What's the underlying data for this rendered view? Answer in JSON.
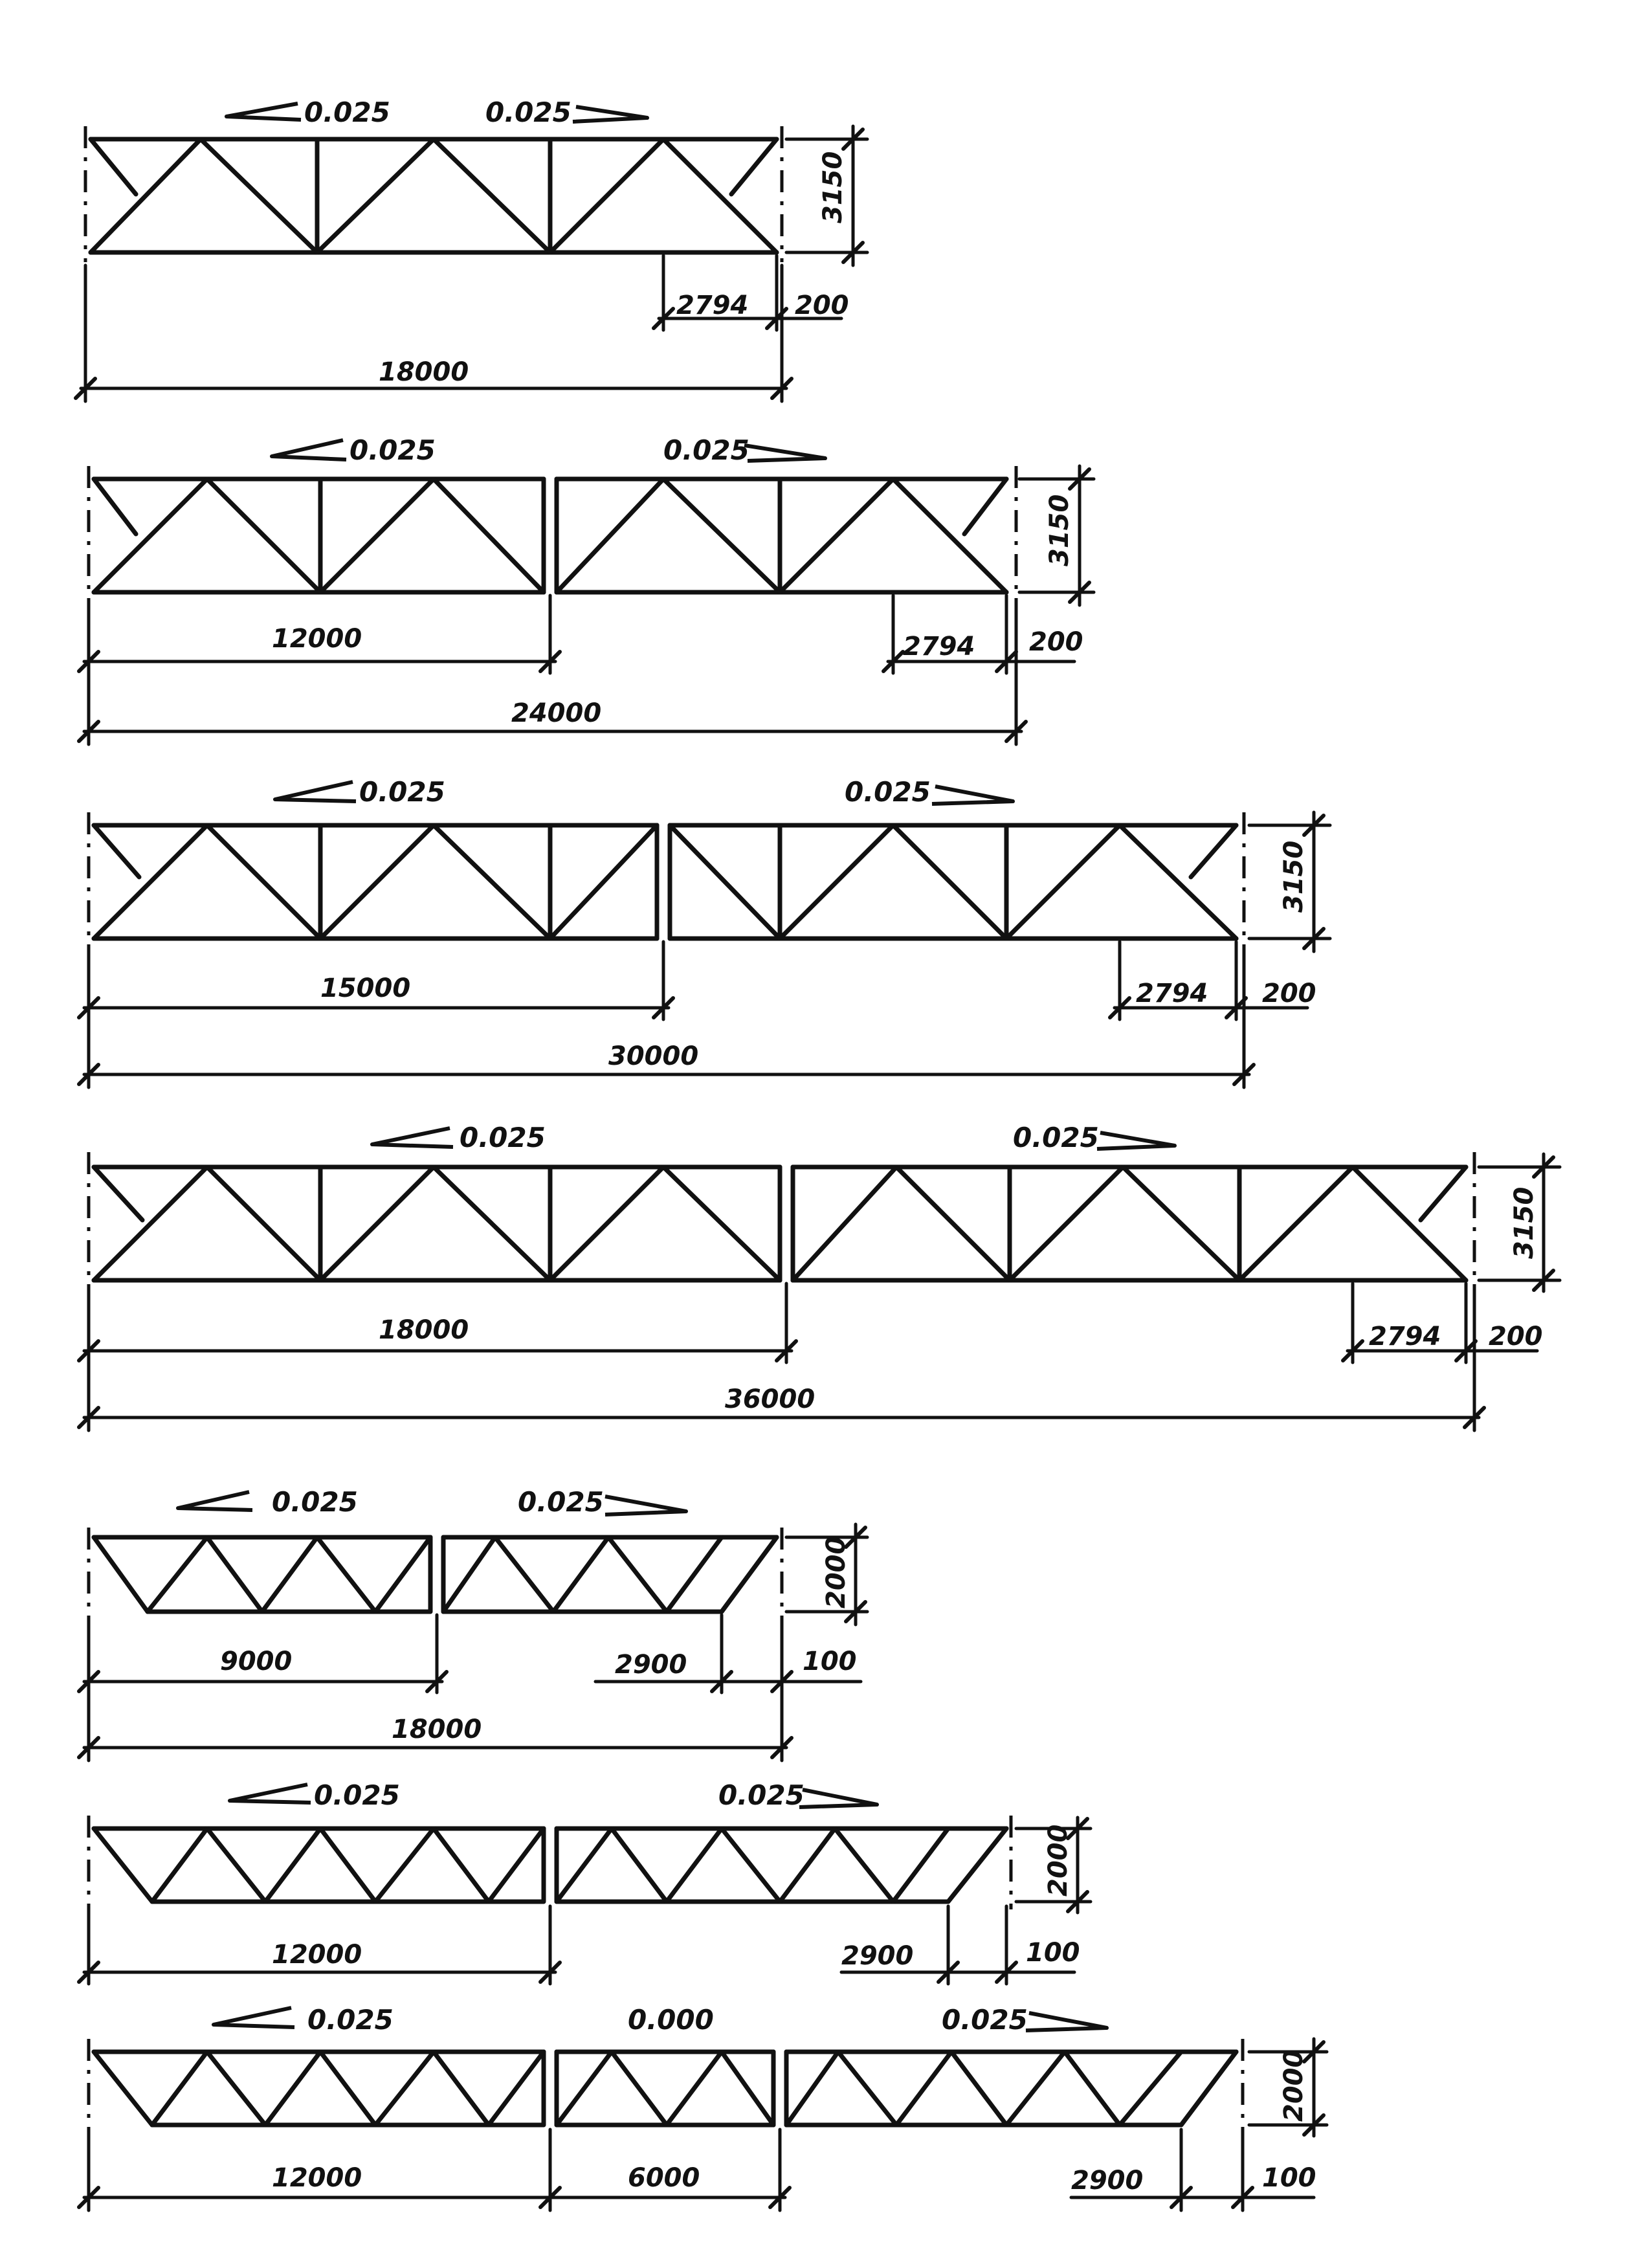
{
  "trusses": [
    {
      "slopes": [
        "0.025",
        "0.025"
      ],
      "height": "3150",
      "panel": "2794",
      "offset": "200",
      "spans": [
        "18000"
      ]
    },
    {
      "slopes": [
        "0.025",
        "0.025"
      ],
      "height": "3150",
      "panel": "2794",
      "offset": "200",
      "spans": [
        "12000",
        "24000"
      ]
    },
    {
      "slopes": [
        "0.025",
        "0.025"
      ],
      "height": "3150",
      "panel": "2794",
      "offset": "200",
      "spans": [
        "15000",
        "30000"
      ]
    },
    {
      "slopes": [
        "0.025",
        "0.025"
      ],
      "height": "3150",
      "panel": "2794",
      "offset": "200",
      "spans": [
        "18000",
        "36000"
      ]
    },
    {
      "slopes": [
        "0.025",
        "0.025"
      ],
      "height": "2000",
      "panel": "2900",
      "offset": "100",
      "spans": [
        "9000",
        "18000"
      ]
    },
    {
      "slopes": [
        "0.025",
        "0.025"
      ],
      "height": "2000",
      "panel": "2900",
      "offset": "100",
      "spans": [
        "12000"
      ]
    },
    {
      "slopes": [
        "0.025",
        "0.000",
        "0.025"
      ],
      "height": "2000",
      "panel": "2900",
      "offset": "100",
      "spans": [
        "12000",
        "6000"
      ]
    }
  ]
}
